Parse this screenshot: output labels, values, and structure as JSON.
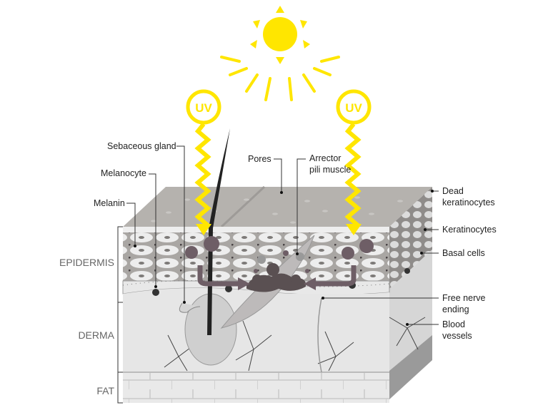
{
  "title": "Skin layers and UV exposure",
  "uv_label": "UV",
  "layers": {
    "epidermis": "EPIDERMIS",
    "derma": "DERMA",
    "fat": "FAT"
  },
  "labels": {
    "sebaceous_gland": "Sebaceous gland",
    "melanocyte": "Melanocyte",
    "melanin": "Melanin",
    "pores": "Pores",
    "arrector_1": "Arrector",
    "arrector_2": "pili muscle",
    "dead_keratinocytes_1": "Dead",
    "dead_keratinocytes_2": "keratinocytes",
    "keratinocytes": "Keratinocytes",
    "basal_cells": "Basal cells",
    "free_nerve_1": "Free nerve",
    "free_nerve_2": "ending",
    "blood_vessels_1": "Blood",
    "blood_vessels_2": "vessels"
  },
  "colors": {
    "sun": "#ffe600",
    "melanin": "#6e5e66",
    "skin_top": "#b5b2ae",
    "derma": "#e6e6e6"
  }
}
